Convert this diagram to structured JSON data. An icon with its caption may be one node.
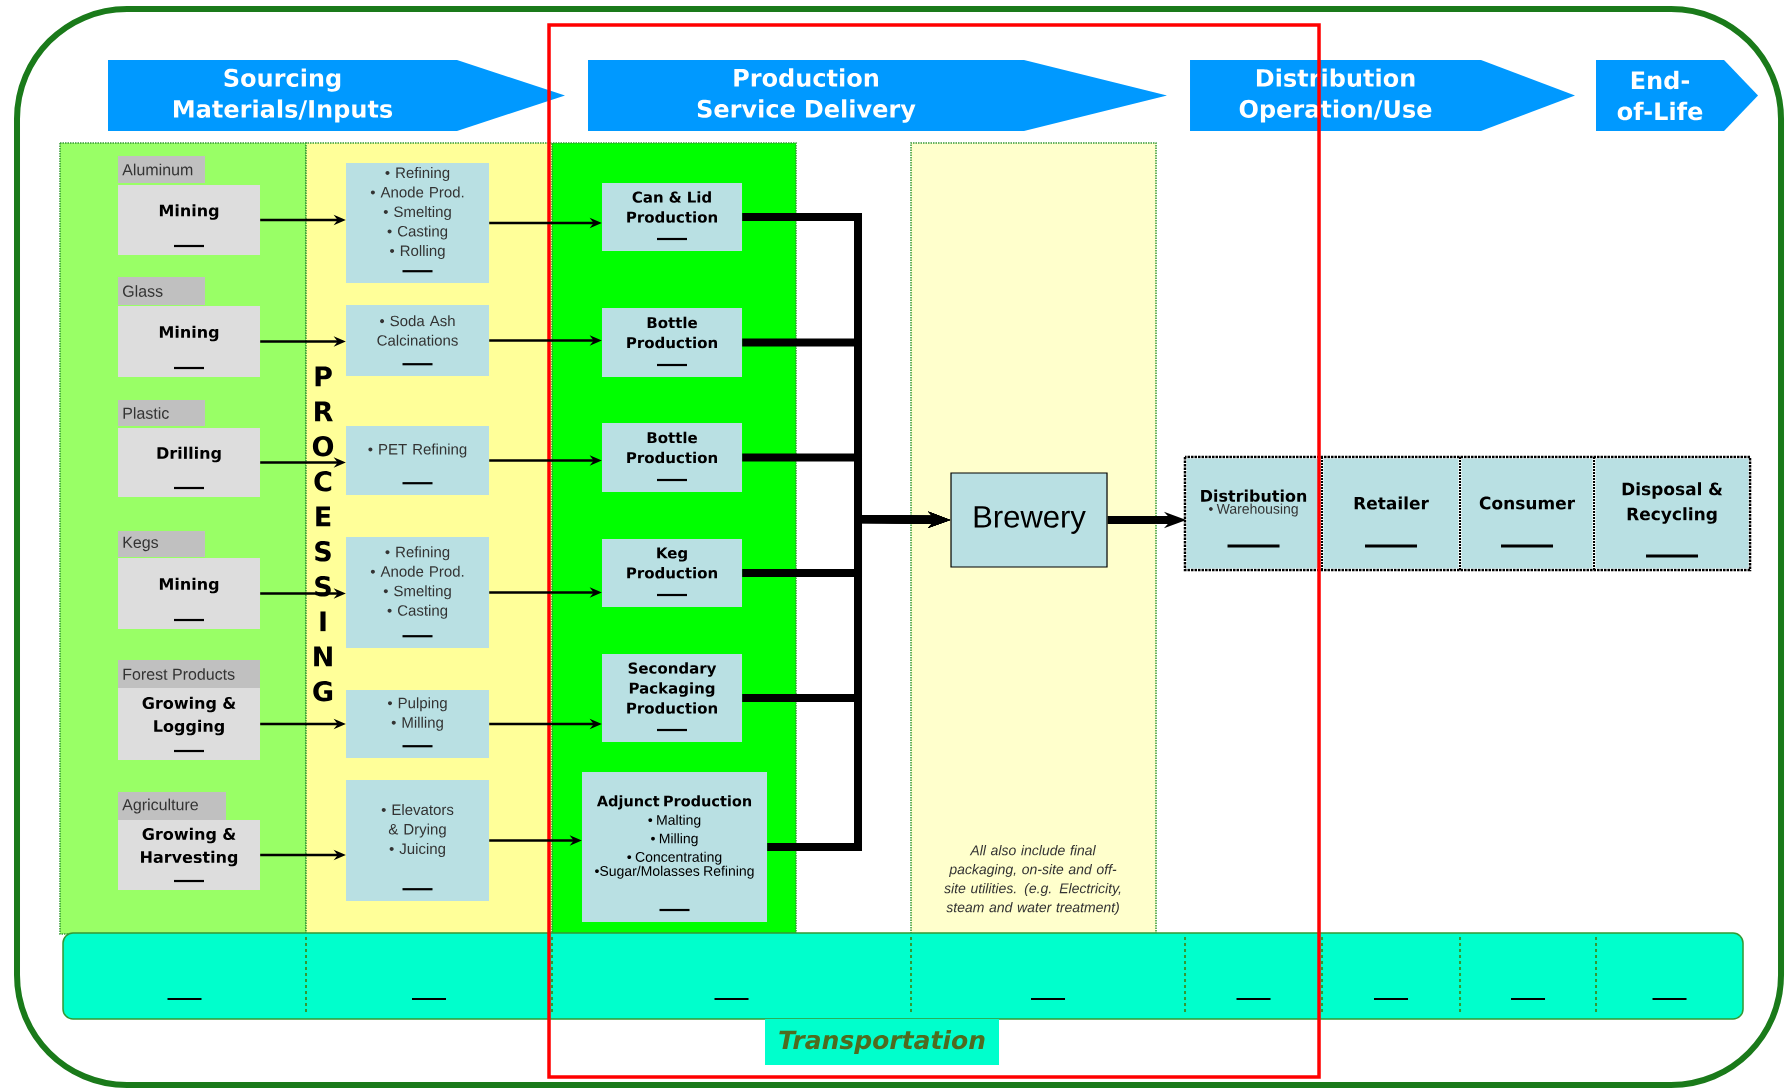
{
  "diagram": {
    "nodes": [
      {
        "text": [
          "Sourcing Materials/Inputs"
        ]
      },
      {
        "text": [
          "Production Service Delivery"
        ]
      },
      {
        "text": [
          "Distribution Operation/Use"
        ]
      },
      {
        "text": [
          "End-of-Life"
        ]
      },
      {
        "text": [
          "Aluminum",
          "Mining"
        ]
      },
      {
        "text": [
          "Glass",
          "Mining"
        ]
      },
      {
        "text": [
          "Plastic",
          "Drilling"
        ]
      },
      {
        "text": [
          "Kegs",
          "Mining"
        ]
      },
      {
        "text": [
          "Forest Products",
          "Growing & Logging"
        ]
      },
      {
        "text": [
          "Agriculture",
          "Growing & Harvesting"
        ]
      },
      {
        "text": [
          "PROCESSING"
        ]
      },
      {
        "text": [
          "• Refining",
          "• Anode Prod.",
          "• Smelting",
          "• Casting",
          "• Rolling"
        ],
        "in": 10
      },
      {
        "text": [
          "• Soda Ash Calcinations"
        ],
        "in": 10
      },
      {
        "text": [
          "• PET Refining"
        ],
        "in": 10
      },
      {
        "text": [
          "• Refining",
          "• Anode Prod.",
          "• Smelting",
          "• Casting"
        ],
        "in": 10
      },
      {
        "text": [
          "• Pulping",
          "• Milling"
        ],
        "in": 10
      },
      {
        "text": [
          "• Elevators & Drying",
          "• Juicing"
        ],
        "in": 10
      },
      {
        "text": [
          "Can & Lid Production"
        ]
      },
      {
        "text": [
          "Bottle Production"
        ]
      },
      {
        "text": [
          "Bottle Production"
        ]
      },
      {
        "text": [
          "Keg Production"
        ]
      },
      {
        "text": [
          "Secondary Packaging Production"
        ]
      },
      {
        "text": [
          "Adjunct Production",
          "• Malting",
          "• Milling",
          "• Concentrating",
          "•Sugar/Molasses Refining"
        ]
      },
      {
        "text": [
          "All also include final packaging, on-site and off-site utilities. (e.g. Electricity, steam and water treatment)"
        ]
      },
      {
        "text": [
          "Brewery"
        ],
        "in": 23
      },
      {
        "text": [
          "Distribution",
          "• Warehousing"
        ]
      },
      {
        "text": [
          "Retailer"
        ]
      },
      {
        "text": [
          "Consumer"
        ]
      },
      {
        "text": [
          "Disposal & Recycling"
        ]
      },
      {
        "text": [
          "Transportation"
        ]
      }
    ],
    "edges": [
      {
        "from": 4,
        "to": 11,
        "arrow": "to"
      },
      {
        "from": 5,
        "to": 12,
        "arrow": "to"
      },
      {
        "from": 6,
        "to": 13,
        "arrow": "to"
      },
      {
        "from": 7,
        "to": 14,
        "arrow": "to"
      },
      {
        "from": 8,
        "to": 15,
        "arrow": "to"
      },
      {
        "from": 9,
        "to": 16,
        "arrow": "to"
      },
      {
        "from": 11,
        "to": 17,
        "arrow": "to"
      },
      {
        "from": 12,
        "to": 18,
        "arrow": "to"
      },
      {
        "from": 13,
        "to": 19,
        "arrow": "to"
      },
      {
        "from": 14,
        "to": 20,
        "arrow": "to"
      },
      {
        "from": 15,
        "to": 21,
        "arrow": "to"
      },
      {
        "from": 16,
        "to": 22,
        "arrow": "to"
      },
      {
        "from": 17,
        "to": 24,
        "arrow": "to",
        "style": "thick"
      },
      {
        "from": 18,
        "to": 24,
        "arrow": "to",
        "style": "thick"
      },
      {
        "from": 19,
        "to": 24,
        "arrow": "to",
        "style": "thick"
      },
      {
        "from": 20,
        "to": 24,
        "arrow": "to",
        "style": "thick"
      },
      {
        "from": 21,
        "to": 24,
        "arrow": "to",
        "style": "thick"
      },
      {
        "from": 22,
        "to": 24,
        "arrow": "to",
        "style": "thick"
      },
      {
        "from": 24,
        "to": 25,
        "arrow": "to",
        "style": "thick"
      }
    ]
  }
}
